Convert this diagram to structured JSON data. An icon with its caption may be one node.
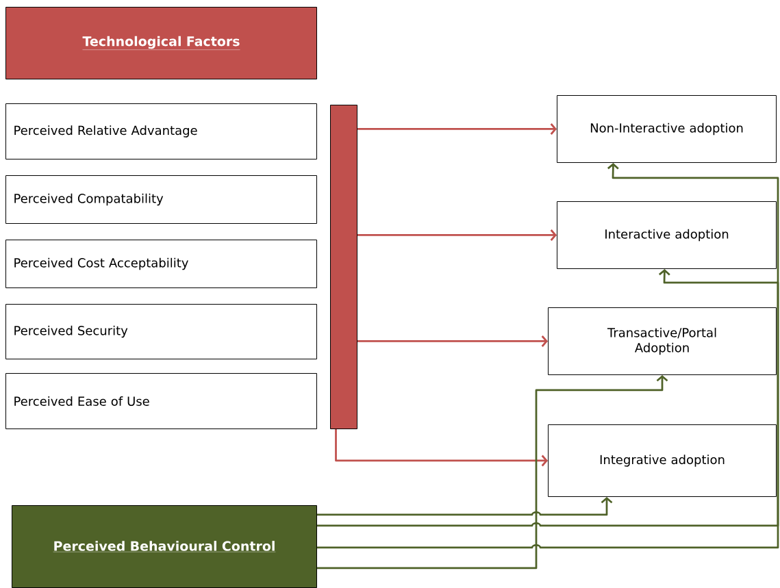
{
  "diagram": {
    "nodes": [
      {
        "text": [
          "Technological Factors"
        ]
      },
      {
        "text": [
          "Perceived Relative Advantage"
        ]
      },
      {
        "text": [
          "Perceived Compatability"
        ]
      },
      {
        "text": [
          "Perceived Cost Acceptability"
        ]
      },
      {
        "text": [
          "Perceived Security"
        ]
      },
      {
        "text": [
          "Perceived Ease of Use"
        ]
      },
      {
        "text": [],
        "shape": "bar"
      },
      {
        "text": [
          "Non-Interactive adoption"
        ]
      },
      {
        "text": [
          "Interactive adoption"
        ]
      },
      {
        "text": [
          "Transactive/Portal Adoption"
        ]
      },
      {
        "text": [
          "Integrative adoption"
        ]
      },
      {
        "text": [
          "Perceived Behavioural Control"
        ]
      }
    ],
    "edges": [
      {
        "from": 6,
        "to": 7,
        "arrow": "to",
        "color": "#c0504d"
      },
      {
        "from": 6,
        "to": 8,
        "arrow": "to",
        "color": "#c0504d"
      },
      {
        "from": 6,
        "to": 9,
        "arrow": "to",
        "color": "#c0504d"
      },
      {
        "from": 6,
        "to": 10,
        "arrow": "to",
        "color": "#c0504d"
      },
      {
        "from": 11,
        "to": 10,
        "arrow": "to",
        "color": "#4f6228"
      },
      {
        "from": 11,
        "to": 7,
        "arrow": "to",
        "color": "#4f6228"
      },
      {
        "from": 11,
        "to": 8,
        "arrow": "to",
        "color": "#4f6228"
      },
      {
        "from": 11,
        "to": 9,
        "arrow": "to",
        "color": "#4f6228"
      }
    ]
  }
}
